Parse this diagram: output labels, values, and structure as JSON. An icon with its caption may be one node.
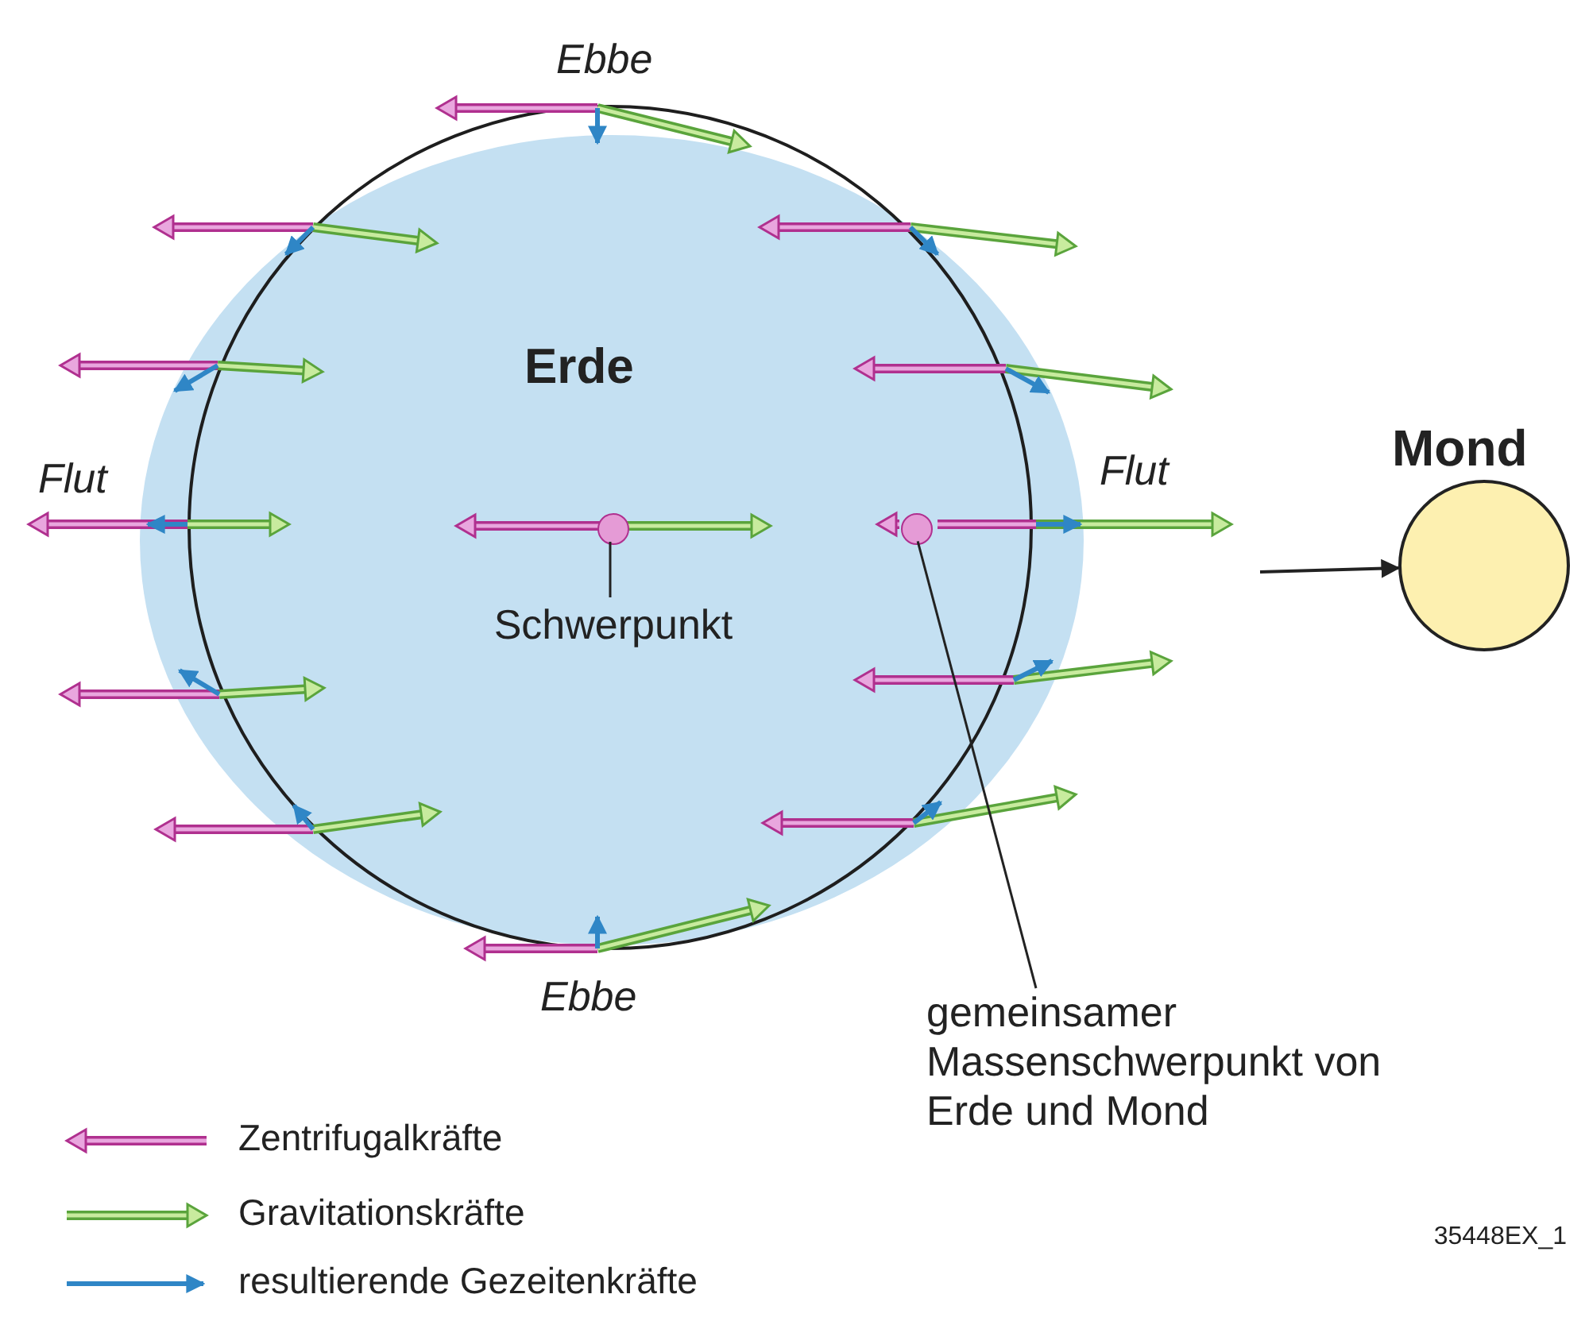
{
  "diagram": {
    "nodes": [
      {
        "text": [
          "Erde"
        ]
      },
      {
        "text": [],
        "shape": "circle",
        "in": 0
      },
      {
        "text": [
          "Schwerpunkt"
        ],
        "in": 0
      },
      {
        "text": [],
        "shape": "circle",
        "in": 0
      },
      {
        "text": [
          "gemeinsamer Massenschwerpunkt von Erde und Mond"
        ]
      },
      {
        "text": [
          "Mond"
        ]
      }
    ],
    "edges": [
      {
        "from": 2,
        "to": 1,
        "arrow": "none"
      },
      {
        "from": 4,
        "to": 3,
        "arrow": "none"
      },
      {
        "from": null,
        "to": 5,
        "arrow": "to"
      }
    ],
    "labels": [
      "Ebbe",
      "Flut",
      "Flut",
      "Ebbe",
      "35448EX_1"
    ],
    "legend": [
      {
        "text": "Zentrifugalkräfte"
      },
      {
        "text": "Gravitationskräfte"
      },
      {
        "text": "resultierende Gezeitenkräfte"
      }
    ]
  }
}
